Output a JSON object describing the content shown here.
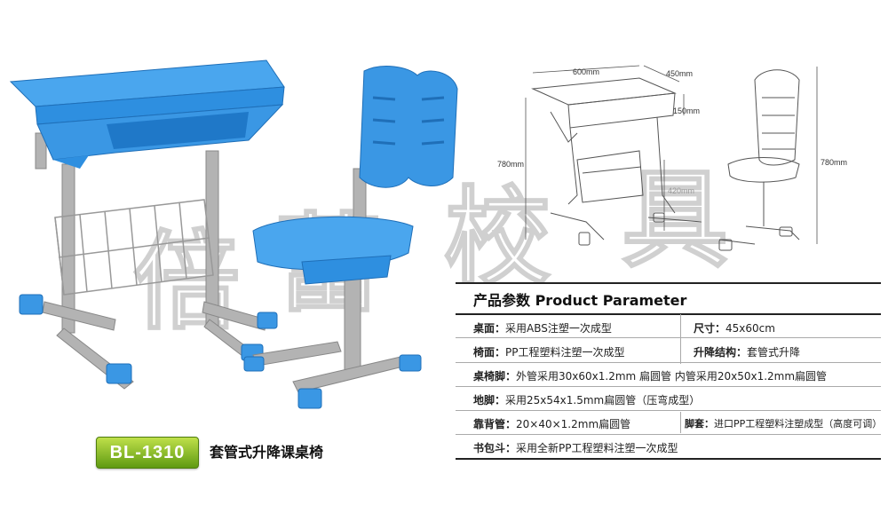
{
  "model": "BL-1310",
  "product_name": "套管式升降课桌椅",
  "param_title": "产品参数 Product Parameter",
  "dims": {
    "width": "600mm",
    "depth": "450mm",
    "drawer": "150mm",
    "desk_height": "780mm",
    "seat_height": "420mm",
    "chair_height": "780mm"
  },
  "params": {
    "desktop_label": "桌面：",
    "desktop_value": "采用ABS注塑一次成型",
    "size_label": "尺寸：",
    "size_value": "45x60cm",
    "seat_label": "椅面：",
    "seat_value": "PP工程塑料注塑一次成型",
    "lift_label": "升降结构：",
    "lift_value": "套管式升降",
    "legs_label": "桌椅脚：",
    "legs_value": "外管采用30x60x1.2mm 扁圆管  内管采用20x50x1.2mm扁圆管",
    "foot_label": "地脚：",
    "foot_value": "采用25x54x1.5mm扁圆管（压弯成型）",
    "back_label": "靠背管：",
    "back_value": "20×40×1.2mm扁圆管",
    "cap_label": "脚套：",
    "cap_value": "进口PP工程塑料注塑成型（高度可调）",
    "bag_label": "书包斗：",
    "bag_value": "采用全新PP工程塑料注塑一次成型"
  },
  "watermark": "倍蕾校具",
  "colors": {
    "plastic": "#2e8fe0",
    "steel": "#a8a8a8",
    "badge": "#7cb51f"
  }
}
